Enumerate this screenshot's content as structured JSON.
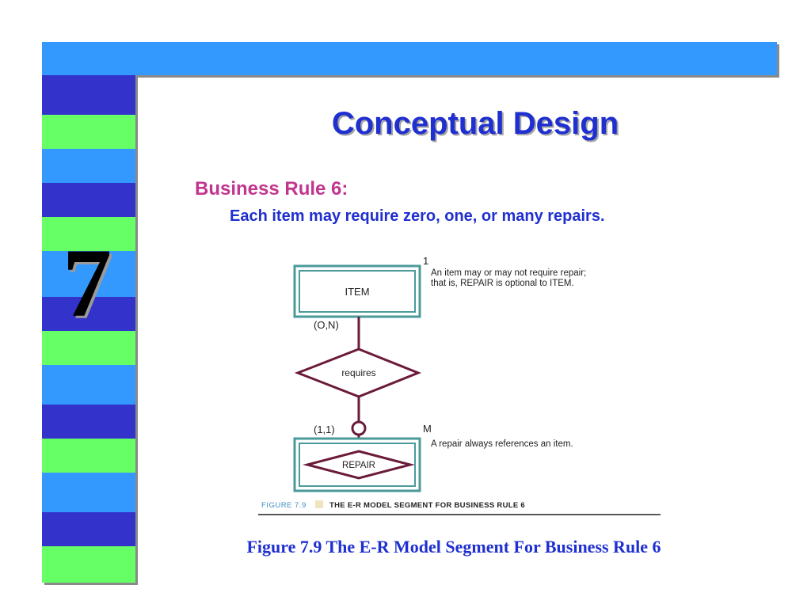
{
  "slide": {
    "chapter_number": "7",
    "title": "Conceptual Design",
    "business_rule_heading": "Business Rule 6:",
    "business_rule_text": "Each item may require zero, one, or many repairs.",
    "caption": "Figure 7.9  The E-R Model Segment For Business Rule 6",
    "colors": {
      "top_bar": "#3399ff",
      "stripe_blue_dark": "#3333cc",
      "stripe_green": "#66ff66",
      "stripe_blue": "#3399ff",
      "title": "#1f2fd0",
      "rule_heading": "#c2358f",
      "er_line": "#6b1a3a",
      "entity_border": "#4a9a9a"
    }
  },
  "diagram": {
    "entity_item": "ITEM",
    "relationship": "requires",
    "entity_repair": "REPAIR",
    "cardinality_item": "(O,N)",
    "cardinality_repair": "(1,1)",
    "connectivity_item": "1",
    "connectivity_repair": "M",
    "note_item_line1": "An item may or may not require repair;",
    "note_item_line2": "that is, REPAIR is optional to ITEM.",
    "note_repair": "A repair always references an item.",
    "figure_label": "FIGURE 7.9",
    "figure_title": "THE E-R MODEL SEGMENT FOR BUSINESS RULE 6"
  }
}
